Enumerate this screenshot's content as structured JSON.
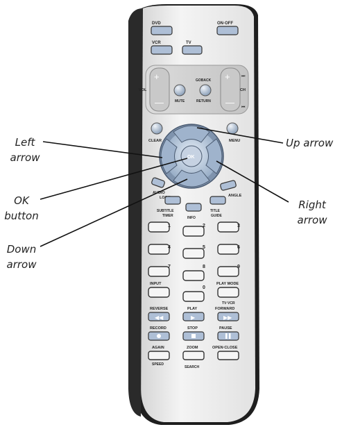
{
  "remote": {
    "buttons": {
      "dvd": "DVD",
      "on_off": "ON·OFF",
      "vcr": "VCR",
      "tv": "TV",
      "vol": "VOL",
      "ch": "CH",
      "mute": "MUTE",
      "goback": "GOBACK",
      "return": "RETURN",
      "clear": "CLEAR",
      "menu": "MENU",
      "ok": "OK",
      "audio": "AUDIO",
      "lock": "LOCK",
      "angle": "ANGLE",
      "subtitle": "SUBTITLE",
      "timer": "TIMER",
      "info": "INFO",
      "title": "TITLE",
      "guide": "GUIDE",
      "digits": [
        "1",
        "2",
        "3",
        "4",
        "5",
        "6",
        "7",
        "8",
        "9",
        "0"
      ],
      "input": "INPUT",
      "play_mode": "PLAY MODE",
      "tv_vcr": "TV·VCR",
      "reverse": "REVERSE",
      "play": "PLAY",
      "forward": "FORWARD",
      "record": "RECORD",
      "stop": "STOP",
      "pause": "PAUSE",
      "again": "AGAIN",
      "zoom": "ZOOM",
      "open_close": "OPEN·CLOSE",
      "speed": "SPEED",
      "search": "SEARCH"
    }
  },
  "callouts": {
    "left_arrow": "Left\narrow",
    "up_arrow": "Up arrow",
    "ok_button": "OK\nbutton",
    "right_arrow": "Right\narrow",
    "down_arrow": "Down\narrow"
  },
  "colors": {
    "button_blue": "#aebfd6",
    "button_outline": "#3b3b3b",
    "body_light": "#e9e9e9",
    "body_dark": "#1e1e1e"
  }
}
